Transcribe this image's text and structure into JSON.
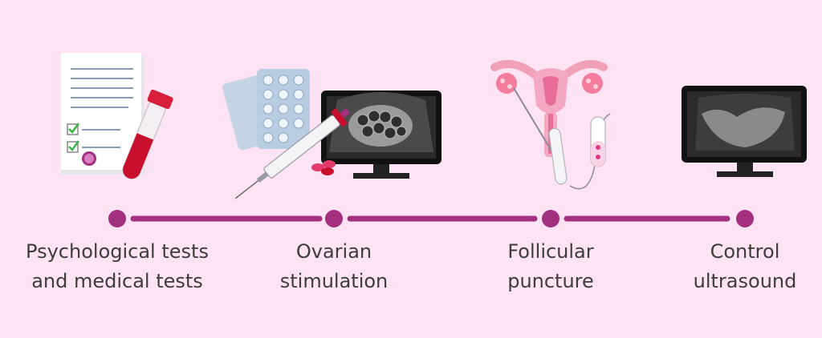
{
  "steps": [
    {
      "line1": "Psychological tests",
      "line2": "and medical tests",
      "icon": "medical-tests-icon"
    },
    {
      "line1": "Ovarian",
      "line2": "stimulation",
      "icon": "ovarian-stimulation-icon"
    },
    {
      "line1": "Follicular",
      "line2": "puncture",
      "icon": "follicular-puncture-icon"
    },
    {
      "line1": "Control",
      "line2": "ultrasound",
      "icon": "control-ultrasound-icon"
    }
  ],
  "colors": {
    "background": "#fde3f4",
    "timeline": "#a3307f",
    "text": "#3d3d3d",
    "tube_red": "#c8102e"
  }
}
